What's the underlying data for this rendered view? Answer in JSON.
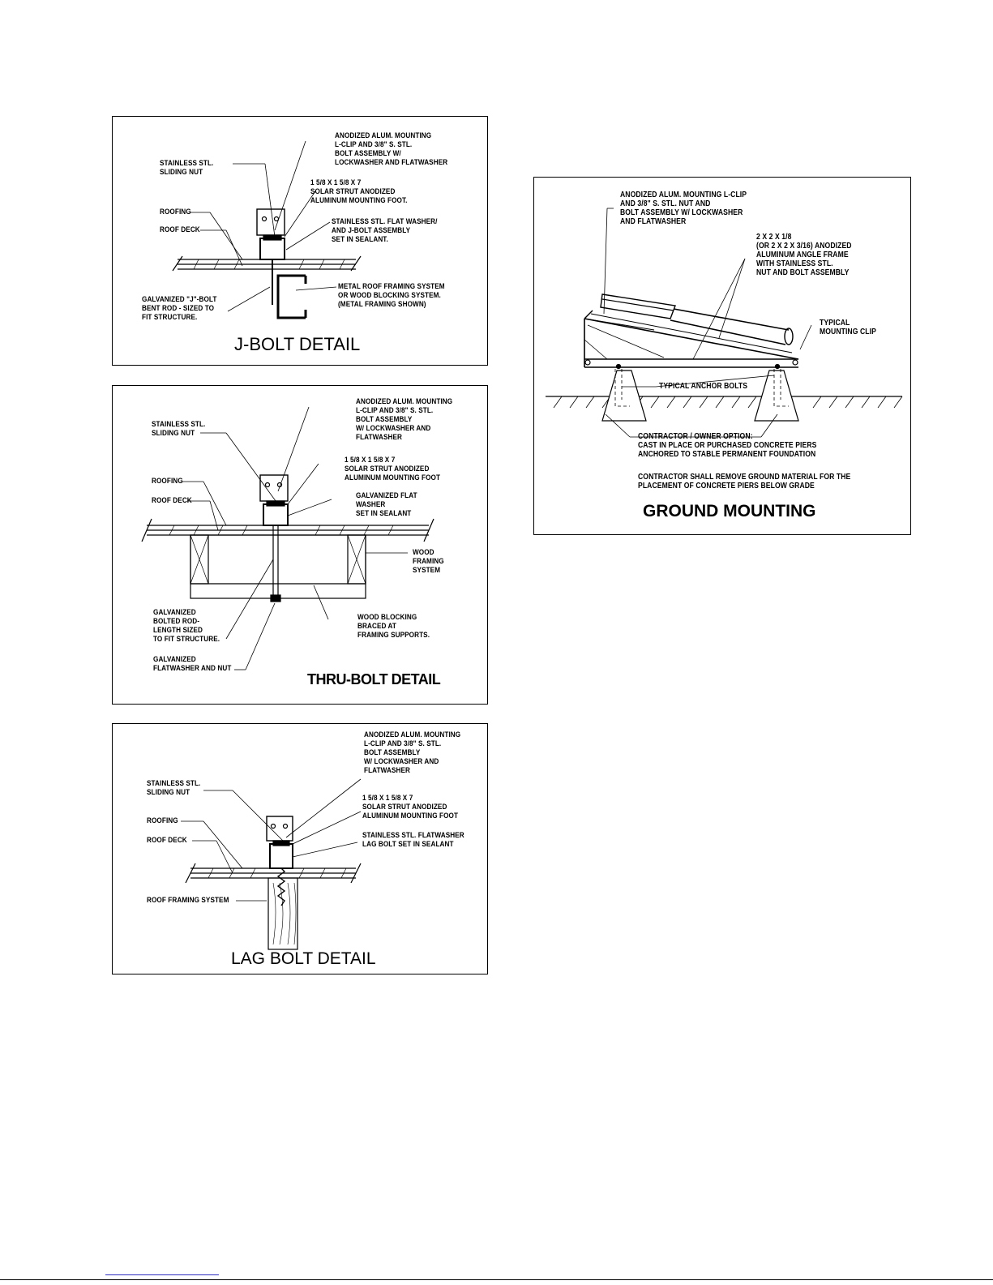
{
  "jbolt": {
    "title": "J-BOLT DETAIL",
    "labels": {
      "l_clip": "ANODIZED ALUM. MOUNTING\nL-CLIP AND 3/8\" S. STL.\nBOLT ASSEMBLY W/\nLOCKWASHER AND FLATWASHER",
      "sliding_nut": "STAINLESS STL.\nSLIDING NUT",
      "strut": "1 5/8 x 1 5/8 x 7\nSOLAR STRUT ANODIZED\nALUMINUM MOUNTING FOOT.",
      "roofing": "ROOFING",
      "roof_deck": "ROOF DECK",
      "washer": "STAINLESS STL. FLAT WASHER/\nAND J-BOLT ASSEMBLY\nSET IN SEALANT.",
      "framing": "METAL ROOF FRAMING SYSTEM\nOR WOOD BLOCKING SYSTEM.\n(METAL FRAMING SHOWN)",
      "jbolt_rod": "GALVANIZED \"J\"-BOLT\nBENT ROD - SIZED TO\nFIT STRUCTURE."
    }
  },
  "thrubolt": {
    "title": "THRU-BOLT DETAIL",
    "labels": {
      "l_clip": "ANODIZED ALUM. MOUNTING\nL-CLIP AND 3/8\" S. STL.\nBOLT ASSEMBLY\nW/ LOCKWASHER AND\nFLATWASHER",
      "sliding_nut": "STAINLESS STL.\nSLIDING NUT",
      "strut": "1 5/8 x 1 5/8 x 7\nSOLAR STRUT ANODIZED\nALUMINUM MOUNTING FOOT",
      "roofing": "ROOFING",
      "roof_deck": "ROOF DECK",
      "washer": "GALVANIZED FLAT\nWASHER\nSET IN SEALANT",
      "wood_framing": "WOOD\nFRAMING\nSYSTEM",
      "rod": "GALVANIZED\nBOLTED ROD-\nLENGTH SIZED\nTO FIT STRUCTURE.",
      "blocking": "WOOD BLOCKING\nBRACED AT\nFRAMING SUPPORTS.",
      "nut": "GALVANIZED\nFLATWASHER AND NUT"
    }
  },
  "lagbolt": {
    "title": "LAG BOLT DETAIL",
    "labels": {
      "l_clip": "ANODIZED ALUM. MOUNTING\nL-CLIP AND 3/8\" S. STL.\nBOLT ASSEMBLY\nW/ LOCKWASHER AND\nFLATWASHER",
      "sliding_nut": "STAINLESS STL.\nSLIDING NUT",
      "strut": "1 5/8 x 1 5/8 x 7\nSOLAR STRUT ANODIZED\nALUMINUM MOUNTING FOOT",
      "roofing": "ROOFING",
      "roof_deck": "ROOF DECK",
      "washer": "STAINLESS STL. FLATWASHER\nLAG BOLT SET IN SEALANT",
      "framing": "ROOF FRAMING SYSTEM"
    }
  },
  "ground": {
    "title": "GROUND MOUNTING",
    "labels": {
      "l_clip": "ANODIZED ALUM. MOUNTING L-CLIP\nAND 3/8\" S. STL. NUT AND\nBOLT ASSEMBLY W/ LOCKWASHER\nAND FLATWASHER",
      "frame": "2 x 2 x 1/8\n(OR 2 x 2 x 3/16) ANODIZED\nALUMINUM ANGLE FRAME\nWITH STAINLESS STL.\nNUT AND BOLT ASSEMBLY",
      "clip": "TYPICAL\nMOUNTING CLIP",
      "anchor": "TYPICAL ANCHOR BOLTS",
      "option": "CONTRACTOR / OWNER OPTION:\nCAST IN PLACE OR PURCHASED CONCRETE PIERS\nANCHORED TO STABLE PERMANENT FOUNDATION",
      "remove": "CONTRACTOR SHALL REMOVE GROUND MATERIAL FOR THE\nPLACEMENT OF CONCRETE PIERS BELOW GRADE"
    }
  }
}
